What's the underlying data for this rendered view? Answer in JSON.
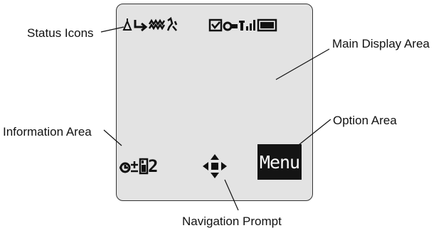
{
  "labels": {
    "status_icons": "Status Icons",
    "main_display_area": "Main Display Area",
    "option_area": "Option Area",
    "information_area": "Information Area",
    "navigation_prompt": "Navigation Prompt"
  },
  "screen": {
    "soft_key": "Menu",
    "line_indicator": "2"
  },
  "icons": {
    "status_left": [
      "alert-bell-icon",
      "call-forward-icon",
      "vibrate-icon",
      "ringer-icon"
    ],
    "status_right": [
      "message-envelope-icon",
      "key-lock-icon",
      "signal-strength-icon",
      "battery-icon"
    ],
    "info": [
      "clock-icon",
      "plus-minus-icon",
      "handset-icon"
    ],
    "navigation": "four-way-arrow-icon"
  },
  "colors": {
    "screen_background": "#e3e3e3",
    "soft_key_background": "#141414",
    "icon_color": "#111111"
  }
}
